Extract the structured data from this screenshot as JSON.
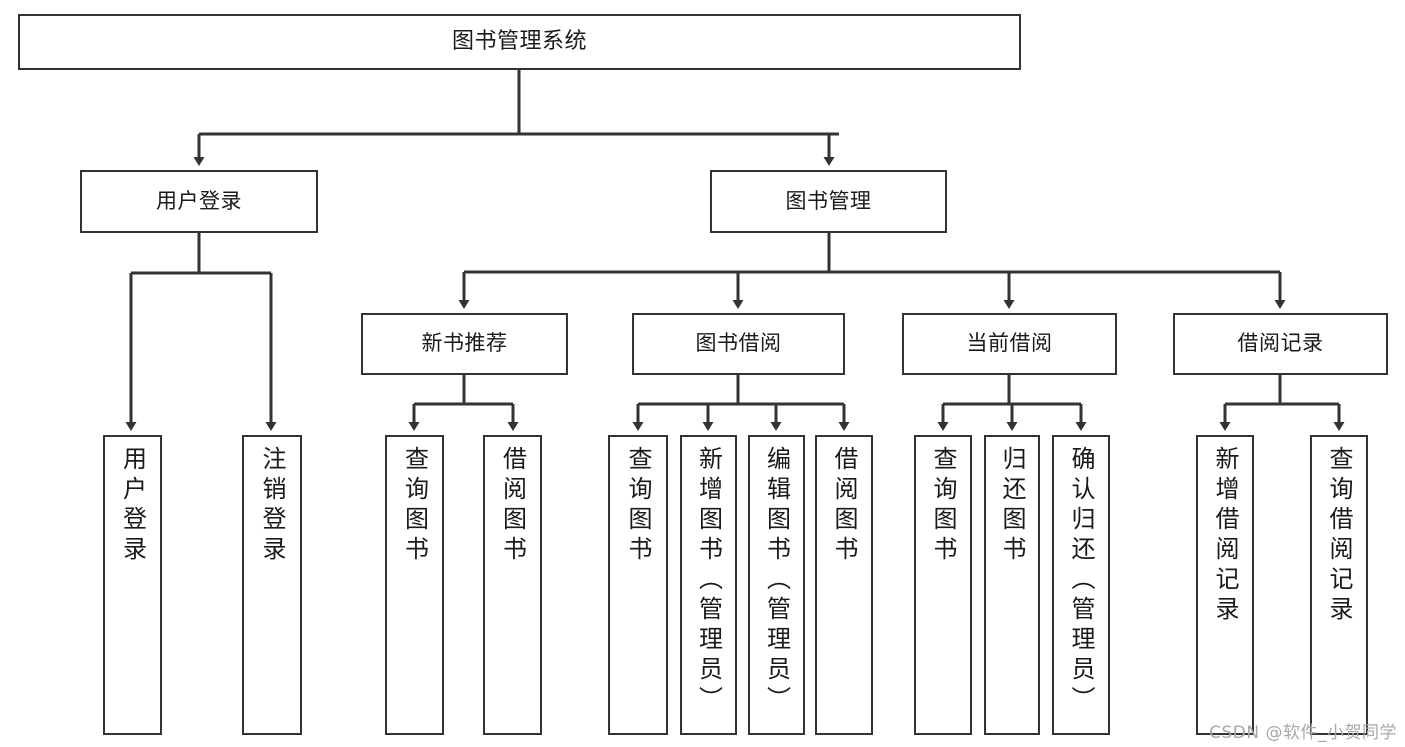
{
  "diagram": {
    "title": "图书管理系统",
    "type": "hierarchy-tree",
    "root": {
      "id": "root",
      "label": "图书管理系统"
    },
    "level1": [
      {
        "id": "user-login",
        "label": "用户登录"
      },
      {
        "id": "book-manage",
        "label": "图书管理"
      }
    ],
    "level2": [
      {
        "id": "new-book-rec",
        "label": "新书推荐",
        "parent": "book-manage"
      },
      {
        "id": "book-borrow",
        "label": "图书借阅",
        "parent": "book-manage"
      },
      {
        "id": "current-borrow",
        "label": "当前借阅",
        "parent": "book-manage"
      },
      {
        "id": "borrow-record",
        "label": "借阅记录",
        "parent": "book-manage"
      }
    ],
    "leaves": [
      {
        "id": "leaf-user-login",
        "label": "用户登录",
        "parent": "user-login"
      },
      {
        "id": "leaf-logout",
        "label": "注销登录",
        "parent": "user-login"
      },
      {
        "id": "leaf-query-book-1",
        "label": "查询图书",
        "parent": "new-book-rec"
      },
      {
        "id": "leaf-borrow-book-1",
        "label": "借阅图书",
        "parent": "new-book-rec"
      },
      {
        "id": "leaf-query-book-2",
        "label": "查询图书",
        "parent": "book-borrow"
      },
      {
        "id": "leaf-add-book",
        "label": "新增图书（管理员）",
        "parent": "book-borrow"
      },
      {
        "id": "leaf-edit-book",
        "label": "编辑图书（管理员）",
        "parent": "book-borrow"
      },
      {
        "id": "leaf-borrow-book-2",
        "label": "借阅图书",
        "parent": "book-borrow"
      },
      {
        "id": "leaf-query-book-3",
        "label": "查询图书",
        "parent": "current-borrow"
      },
      {
        "id": "leaf-return-book",
        "label": "归还图书",
        "parent": "current-borrow"
      },
      {
        "id": "leaf-confirm-return",
        "label": "确认归还（管理员）",
        "parent": "current-borrow"
      },
      {
        "id": "leaf-add-record",
        "label": "新增借阅记录",
        "parent": "borrow-record"
      },
      {
        "id": "leaf-query-record",
        "label": "查询借阅记录",
        "parent": "borrow-record"
      }
    ],
    "colors": {
      "border": "#333333",
      "background": "#ffffff",
      "text": "#1a1a1a",
      "connector": "#333333",
      "watermark": "#a8a8a8"
    }
  },
  "watermark": {
    "text": "CSDN @软件_小贺同学"
  }
}
